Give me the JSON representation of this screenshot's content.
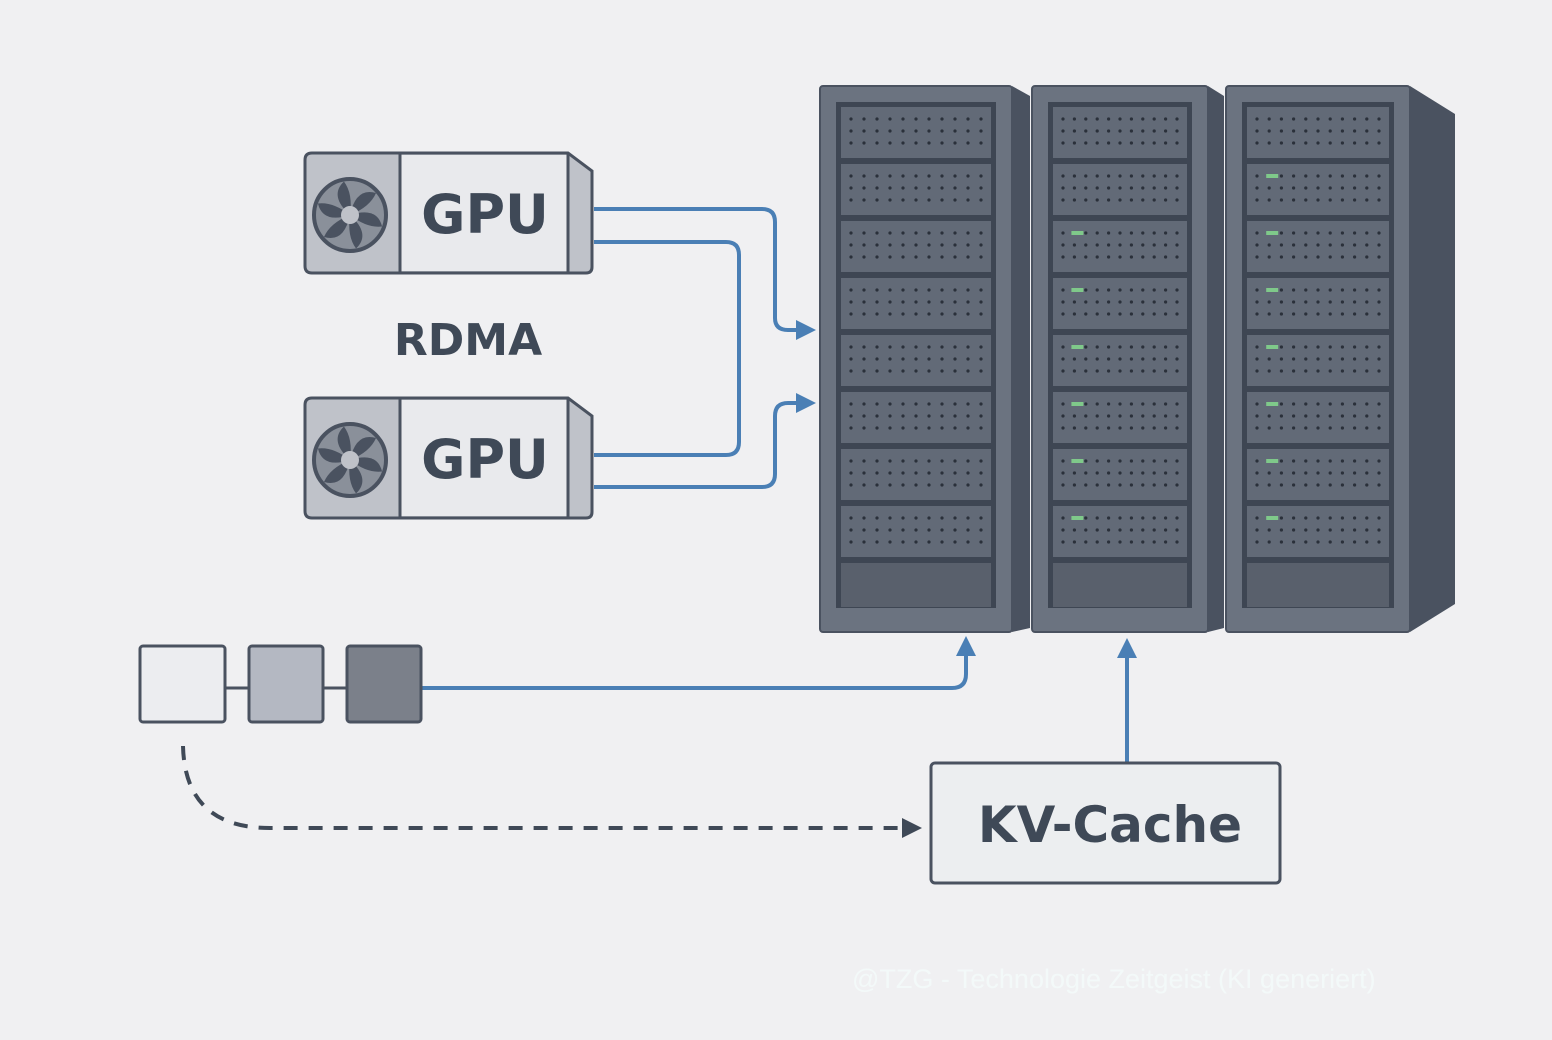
{
  "labels": {
    "gpu_top": "GPU",
    "gpu_bottom": "GPU",
    "rdma": "RDMA",
    "kv_cache": "KV-Cache"
  },
  "watermark": "@TZG - Technologie Zeitgeist (KI generiert)",
  "racks": [
    {
      "slots": 8,
      "led_slots": []
    },
    {
      "slots": 8,
      "led_slots": [
        3,
        4,
        5,
        6,
        7,
        8
      ]
    },
    {
      "slots": 8,
      "led_slots": [
        2,
        3,
        4,
        5,
        6,
        7,
        8
      ]
    }
  ],
  "colors": {
    "background": "#f0f0f2",
    "connector": "#4a7fb5",
    "rack": "#6b7380",
    "rack_dark": "#4a5260",
    "led": "#7fc98a",
    "outline": "#4a5260"
  },
  "icons": {
    "gpu_fan": "fan-icon"
  }
}
